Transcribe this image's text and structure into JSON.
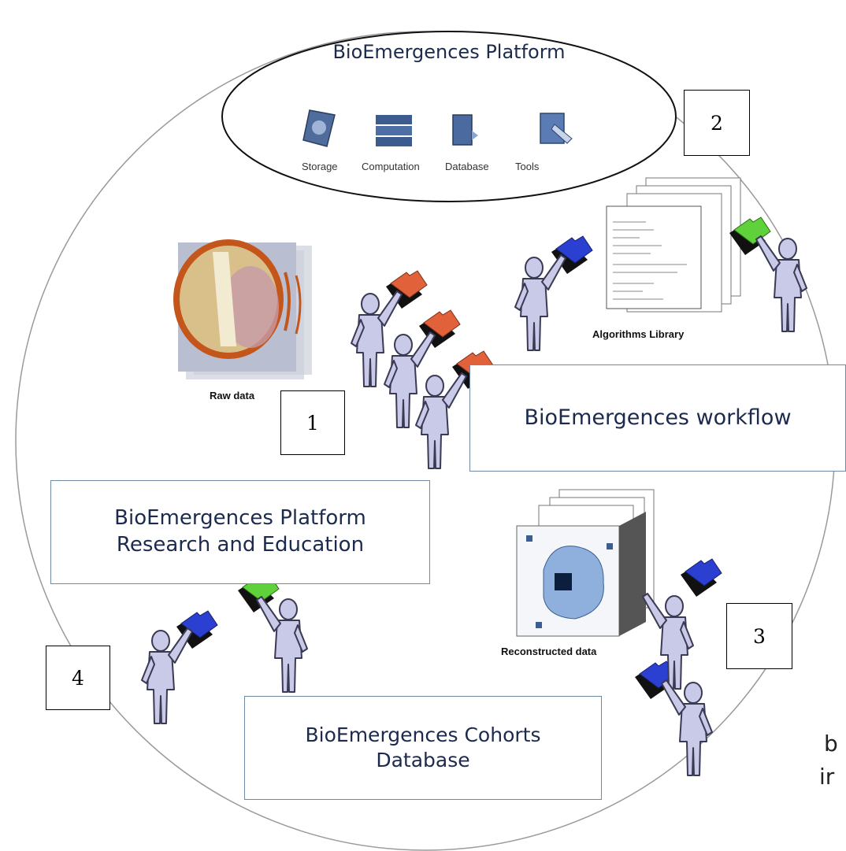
{
  "platform": {
    "title": "BioEmergences Platform",
    "icons": [
      {
        "label": "Storage",
        "icon": "storage-icon"
      },
      {
        "label": "Computation",
        "icon": "server-icon"
      },
      {
        "label": "Database",
        "icon": "database-icon"
      },
      {
        "label": "Tools",
        "icon": "tools-icon"
      }
    ]
  },
  "numbers": {
    "one": "1",
    "two": "2",
    "three": "3",
    "four": "4"
  },
  "labels": {
    "raw_data": "Raw data",
    "algorithms": "Algorithms Library",
    "reconstructed": "Reconstructed data"
  },
  "boxes": {
    "workflow": "BioEmergences workflow",
    "research_line1": "BioEmergences Platform",
    "research_line2": "Research and Education",
    "cohorts_line1": "BioEmergences Cohorts",
    "cohorts_line2": "Database"
  },
  "stray_text": {
    "line1": "b",
    "line2": "ir"
  },
  "colors": {
    "folder_red": "#e0613a",
    "folder_blue": "#2b3fd1",
    "folder_green": "#5fd13a",
    "person_fill": "#c9c9e8",
    "person_stroke": "#3a3a55",
    "box_border": "#6f8aa4",
    "title_text": "#1c2a4e"
  }
}
